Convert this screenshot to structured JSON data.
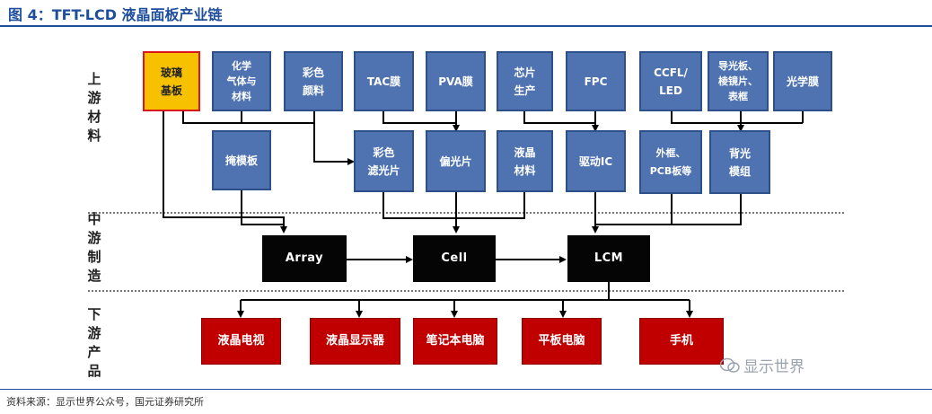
{
  "title": "图 4：TFT-LCD 液晶面板产业链",
  "source": "资料来源：显示世界公众号，国元证券研究所",
  "watermark": "显示世界",
  "colors": {
    "accent": "#1f4e9c",
    "box_blue": "#4f73b1",
    "box_gold": "#f7c100",
    "box_red": "#c00000",
    "box_black": "#050505"
  },
  "stages": {
    "upstream": "上游材料",
    "midstream": "中游制造",
    "downstream": "下游产品"
  },
  "upstream_top": [
    {
      "id": "glass",
      "label": "玻璃\n基板"
    },
    {
      "id": "chem",
      "label": "化学\n气体与\n材料"
    },
    {
      "id": "pigment",
      "label": "彩色\n颜料"
    },
    {
      "id": "tac",
      "label": "TAC膜"
    },
    {
      "id": "pva",
      "label": "PVA膜"
    },
    {
      "id": "chip",
      "label": "芯片\n生产"
    },
    {
      "id": "fpc",
      "label": "FPC"
    },
    {
      "id": "ccfl",
      "label": "CCFL/\nLED"
    },
    {
      "id": "lgp",
      "label": "导光板、\n棱镜片、\n表框"
    },
    {
      "id": "optfilm",
      "label": "光学膜"
    }
  ],
  "upstream_mid": [
    {
      "id": "mask",
      "label": "掩模板"
    },
    {
      "id": "cf",
      "label": "彩色\n滤光片"
    },
    {
      "id": "polarizer",
      "label": "偏光片"
    },
    {
      "id": "lc",
      "label": "液晶\n材料"
    },
    {
      "id": "driver",
      "label": "驱动IC"
    },
    {
      "id": "frame",
      "label": "外框、\nPCB板等"
    },
    {
      "id": "backlight",
      "label": "背光\n模组"
    }
  ],
  "midstream": [
    {
      "id": "array",
      "label": "Array"
    },
    {
      "id": "cell",
      "label": "Cell"
    },
    {
      "id": "lcm",
      "label": "LCM"
    }
  ],
  "downstream": [
    {
      "id": "tv",
      "label": "液晶电视"
    },
    {
      "id": "monitor",
      "label": "液晶显示器"
    },
    {
      "id": "notebook",
      "label": "笔记本电脑"
    },
    {
      "id": "tablet",
      "label": "平板电脑"
    },
    {
      "id": "phone",
      "label": "手机"
    }
  ]
}
